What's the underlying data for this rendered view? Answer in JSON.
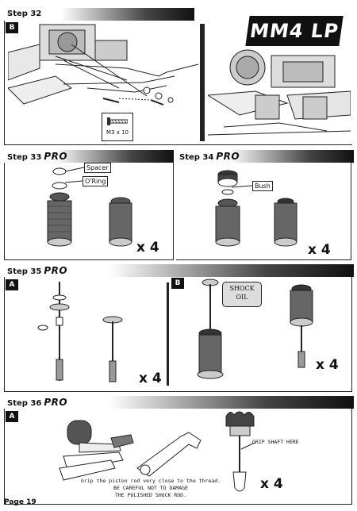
{
  "steps": {
    "s32": {
      "title": "Step 32",
      "badge": "B",
      "screw_label": "M3 x 10"
    },
    "s33": {
      "title": "Step 33",
      "pro": "PRO",
      "spacer": "Spacer",
      "oring": "O'Ring",
      "qty": "x 4"
    },
    "s34": {
      "title": "Step 34",
      "pro": "PRO",
      "bush": "Bush",
      "qty": "x 4"
    },
    "s35": {
      "title": "Step 35",
      "pro": "PRO",
      "badge_a": "A",
      "badge_b": "B",
      "oil_line1": "SHOCK",
      "oil_line2": "OIL",
      "qty_a": "x 4",
      "qty_b": "x 4"
    },
    "s36": {
      "title": "Step 36",
      "pro": "PRO",
      "badge": "A",
      "grip_note": "GRIP SHAFT HERE",
      "note_line1": "Grip the piston rod very close to the thread.",
      "note_line2": "BE CAREFUL NOT TO DAMAGE",
      "note_line3": "THE POLISHED SHOCK ROD.",
      "qty": "x 4"
    }
  },
  "logo_text": "MM4 LP",
  "page": "Page 19"
}
